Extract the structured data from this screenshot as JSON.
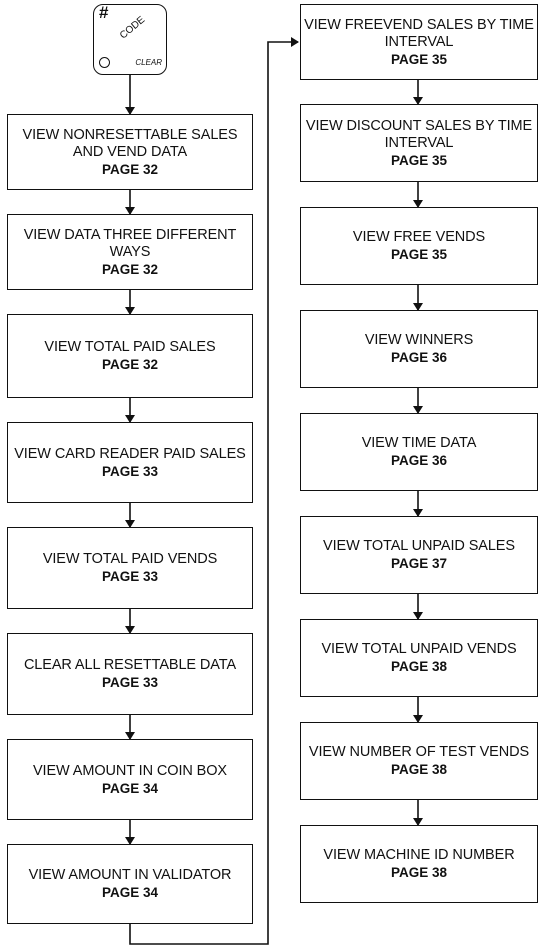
{
  "keypad": {
    "symbol": "#",
    "code_label": "CODE",
    "clear_label": "CLEAR"
  },
  "left_column": [
    {
      "label": "VIEW NONRESETTABLE SALES AND VEND DATA",
      "page": "PAGE 32"
    },
    {
      "label": "VIEW DATA THREE DIFFERENT WAYS",
      "page": "PAGE 32"
    },
    {
      "label": "VIEW TOTAL PAID SALES",
      "page": "PAGE 32"
    },
    {
      "label": "VIEW CARD READER PAID SALES",
      "page": "PAGE 33"
    },
    {
      "label": "VIEW TOTAL PAID VENDS",
      "page": "PAGE 33"
    },
    {
      "label": "CLEAR ALL RESETTABLE DATA",
      "page": "PAGE 33"
    },
    {
      "label": "VIEW AMOUNT IN COIN BOX",
      "page": "PAGE 34"
    },
    {
      "label": "VIEW AMOUNT IN VALIDATOR",
      "page": "PAGE 34"
    }
  ],
  "right_column": [
    {
      "label": "VIEW FREEVEND SALES BY TIME INTERVAL",
      "page": "PAGE 35"
    },
    {
      "label": "VIEW DISCOUNT SALES BY TIME INTERVAL",
      "page": "PAGE 35"
    },
    {
      "label": "VIEW FREE VENDS",
      "page": "PAGE 35"
    },
    {
      "label": "VIEW WINNERS",
      "page": "PAGE 36"
    },
    {
      "label": "VIEW TIME DATA",
      "page": "PAGE 36"
    },
    {
      "label": "VIEW TOTAL UNPAID SALES",
      "page": "PAGE 37"
    },
    {
      "label": "VIEW TOTAL UNPAID VENDS",
      "page": "PAGE 38"
    },
    {
      "label": "VIEW NUMBER OF TEST VENDS",
      "page": "PAGE 38"
    },
    {
      "label": "VIEW MACHINE ID NUMBER",
      "page": "PAGE 38"
    }
  ]
}
